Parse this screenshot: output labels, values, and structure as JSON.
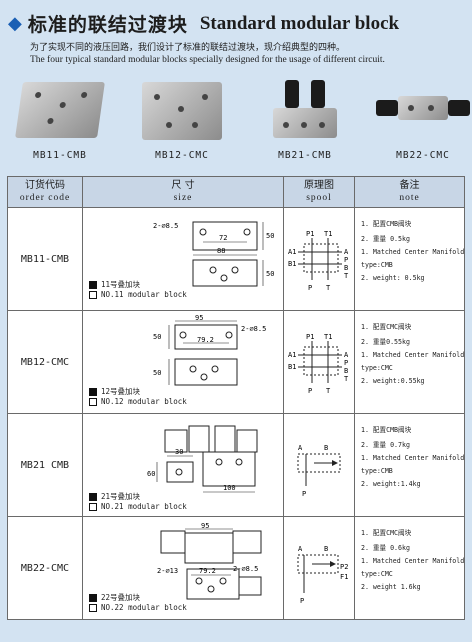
{
  "header": {
    "title_zh": "标准的联结过渡块",
    "title_en": "Standard modular block",
    "intro_zh": "为了实现不同的液压回路，我们设计了标准的联结过渡块，现介绍典型的四种。",
    "intro_en": "The four typical standard modular blocks specially designed for the usage of different circuit."
  },
  "photos": [
    "MB11-CMB",
    "MB12-CMC",
    "MB21-CMB",
    "MB22-CMC"
  ],
  "table": {
    "headers": {
      "code_zh": "订货代码",
      "code_en": "order code",
      "size_zh": "尺 寸",
      "size_en": "size",
      "spool_zh": "原理图",
      "spool_en": "spool",
      "note_zh": "备注",
      "note_en": "note"
    },
    "rows": [
      {
        "code": "MB11-CMB",
        "dims": {
          "d1": "2-∅8.5",
          "d2": "72",
          "d3": "88",
          "d4": "50",
          "d5": "50"
        },
        "legend_zh": "11号叠加块",
        "legend_en": "NO.11 modular block",
        "spool": {
          "p1": "P1",
          "t1": "T1",
          "a1": "A1",
          "b1": "B1",
          "a": "A",
          "p": "P",
          "b": "B",
          "t": "T",
          "pp": "P",
          "tt": "T"
        },
        "notes": [
          "1. 配置CMB阀块",
          "2. 重量 0.5kg",
          "1. Matched Center Manifold",
          "type:CMB",
          "2. weight: 0.5kg"
        ]
      },
      {
        "code": "MB12-CMC",
        "dims": {
          "d1": "95",
          "d2": "2-∅8.5",
          "d3": "79.2",
          "d4": "50",
          "d5": "50"
        },
        "legend_zh": "12号叠加块",
        "legend_en": "NO.12 modular block",
        "spool": {
          "p1": "P1",
          "t1": "T1",
          "a1": "A1",
          "b1": "B1",
          "a": "A",
          "p": "P",
          "b": "B",
          "t": "T",
          "pp": "P",
          "tt": "T"
        },
        "notes": [
          "1. 配置CMC阀块",
          "2. 重量0.55kg",
          "1. Matched Center Manifold",
          "type:CMC",
          "2. weight:0.55kg"
        ]
      },
      {
        "code": "MB21 CMB",
        "dims": {
          "d1": "60",
          "d2": "30",
          "d3": "100"
        },
        "legend_zh": "21号叠加块",
        "legend_en": "NO.21 modular block",
        "spool": {
          "a": "A",
          "b": "B",
          "p": "P"
        },
        "notes": [
          "1. 配置CMB阀块",
          "2. 重量 0.7kg",
          "1. Matched Center Manifold",
          "type:CMB",
          "2. weight:1.4kg"
        ]
      },
      {
        "code": "MB22-CMC",
        "dims": {
          "d1": "95",
          "d2": "2-∅13",
          "d3": "79.2",
          "d4": "2-∅8.5"
        },
        "legend_zh": "22号叠加块",
        "legend_en": "NO.22 modular block",
        "spool": {
          "a": "A",
          "b": "B",
          "p2": "P2",
          "f1": "F1",
          "p": "P"
        },
        "notes": [
          "1. 配置CMC阀块",
          "2. 重量 0.6kg",
          "1. Matched Center Manifold",
          "type:CMC",
          "2. weight 1.6kg"
        ]
      }
    ]
  },
  "colors": {
    "background": "#d3e3f2",
    "header_cell": "#c8d6e6",
    "accent": "#1a5fb4"
  }
}
